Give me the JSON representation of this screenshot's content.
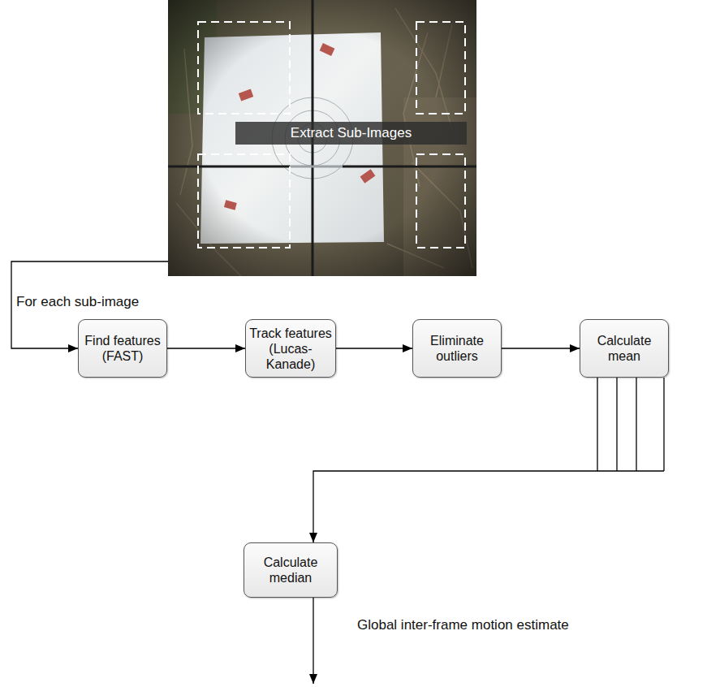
{
  "diagram": {
    "nodes": [
      {
        "text": [
          "Extract Sub-Images"
        ]
      },
      {
        "text": [
          "Find features (FAST)"
        ]
      },
      {
        "text": [
          "Track features (Lucas-Kanade)"
        ]
      },
      {
        "text": [
          "Eliminate outliers"
        ]
      },
      {
        "text": [
          "Calculate mean"
        ]
      },
      {
        "text": [
          "Calculate median"
        ]
      }
    ],
    "edges": [
      {
        "from": 0,
        "to": 1,
        "arrow": "to",
        "label": "For each sub-image"
      },
      {
        "from": 1,
        "to": 2,
        "arrow": "to"
      },
      {
        "from": 2,
        "to": 3,
        "arrow": "to"
      },
      {
        "from": 3,
        "to": 4,
        "arrow": "to"
      },
      {
        "from": 4,
        "to": 5,
        "arrow": "to"
      }
    ],
    "labels": [
      "Global inter-frame motion estimate"
    ]
  }
}
